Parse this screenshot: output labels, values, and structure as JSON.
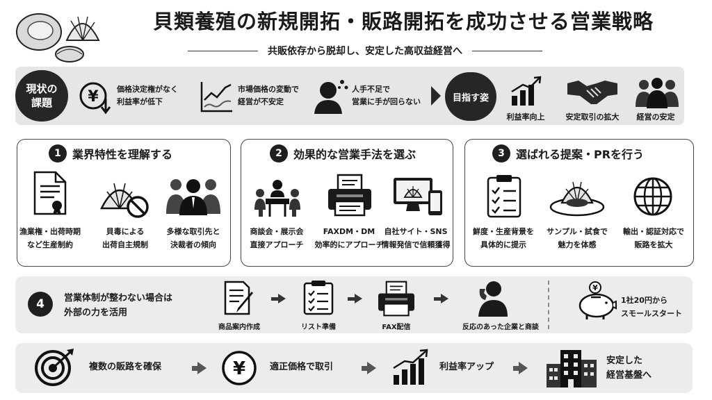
{
  "header": {
    "title": "貝類養殖の新規開拓・販路開拓を成功させる営業戦略",
    "subtitle": "共販依存から脱却し、安定した高収益経営へ"
  },
  "status": {
    "label": "現状の\n課題",
    "issues": [
      {
        "icon": "yen-down-icon",
        "text": "価格決定権がなく\n利益率が低下"
      },
      {
        "icon": "market-chart-icon",
        "text": "市場価格の変動で\n経営が不安定"
      },
      {
        "icon": "worried-person-icon",
        "text": "人手不足で\n営業に手が回らない"
      }
    ]
  },
  "goal": {
    "label": "目指す姿",
    "items": [
      {
        "icon": "bar-growth-icon",
        "text": "利益率向上"
      },
      {
        "icon": "handshake-icon",
        "text": "安定取引の拡大"
      },
      {
        "icon": "team-icon",
        "text": "経営の安定"
      }
    ]
  },
  "sections": [
    {
      "num": "1",
      "title": "業界特性を理解する",
      "items": [
        {
          "icon": "certificate-icon",
          "text": "漁業権・出荷時期\nなど生産制約"
        },
        {
          "icon": "shell-prohibited-icon",
          "text": "貝毒による\n出荷自主規制"
        },
        {
          "icon": "business-people-icon",
          "text": "多様な取引先と\n決裁者の傾向"
        }
      ]
    },
    {
      "num": "2",
      "title": "効果的な営業手法を選ぶ",
      "items": [
        {
          "icon": "meeting-icon",
          "text": "商談会・展示会\n直接アプローチ"
        },
        {
          "icon": "fax-icon",
          "text": "FAXDM・DM\n効率的にアプローチ"
        },
        {
          "icon": "website-devices-icon",
          "text": "自社サイト・SNS\n情報発信で信頼獲得"
        }
      ]
    },
    {
      "num": "3",
      "title": "選ばれる提案・PRを行う",
      "items": [
        {
          "icon": "checklist-icon",
          "text": "鮮度・生産背景を\n具体的に提示"
        },
        {
          "icon": "oyster-dish-icon",
          "text": "サンプル・試食で\n魅力を体感"
        },
        {
          "icon": "globe-icon",
          "text": "輸出・認証対応で\n販路を拡大"
        }
      ]
    }
  ],
  "step4": {
    "num": "4",
    "text": "営業体制が整わない場合は\n外部の力を活用",
    "flow": [
      {
        "icon": "document-pen-icon",
        "text": "商品案内作成"
      },
      {
        "icon": "list-clipboard-icon",
        "text": "リスト準備"
      },
      {
        "icon": "fax-icon",
        "text": "FAX配信"
      },
      {
        "icon": "phone-call-icon",
        "text": "反応のあった企業と商談"
      }
    ],
    "side": {
      "icon": "piggy-bank-icon",
      "text": "1社20円から\nスモールスタート"
    }
  },
  "bottom": {
    "flow": [
      {
        "icon": "target-icon",
        "text": "複数の販路を確保"
      },
      {
        "icon": "yen-circle-icon",
        "text": "適正価格で取引"
      },
      {
        "icon": "profit-chart-icon",
        "text": "利益率アップ"
      },
      {
        "icon": "building-icon",
        "text": "安定した\n経営基盤へ"
      }
    ]
  }
}
